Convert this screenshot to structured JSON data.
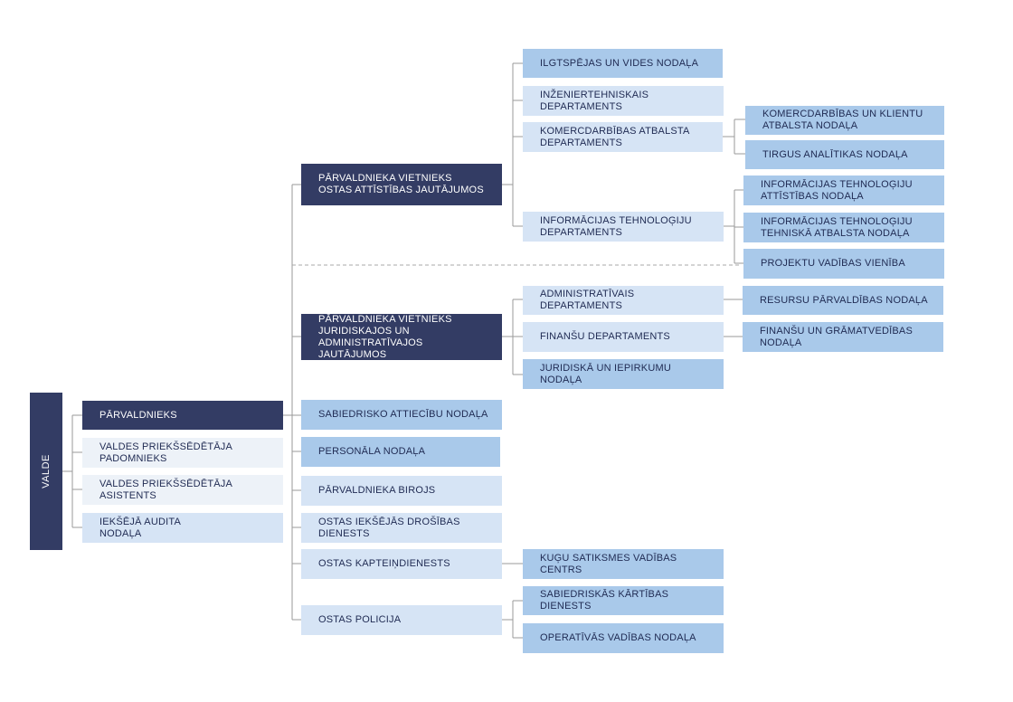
{
  "valde": "VALDE",
  "parvaldnieks": "PĀRVALDNIEKS",
  "left_units": [
    "VALDES PRIEKŠSĒDĒTĀJA\nPADOMNIEKS",
    "VALDES PRIEKŠSĒDĒTĀJA\nASISTENTS",
    "IEKŠĒJĀ AUDITA\nNODAĻA"
  ],
  "deputies": {
    "development": "PĀRVALDNIEKA VIETNIEKS\nOSTAS ATTĪSTĪBAS JAUTĀJUMOS",
    "legal": "PĀRVALDNIEKA VIETNIEKS\nJURIDISKAJOS UN\nADMINISTRATĪVAJOS JAUTĀJUMOS"
  },
  "development_units": [
    "ILGTSPĒJAS UN VIDES NODAĻA",
    "INŽENIERTEHNISKAIS DEPARTAMENTS",
    "KOMERCDARBĪBAS ATBALSTA\nDEPARTAMENTS",
    "INFORMĀCIJAS TEHNOLOĢIJU\nDEPARTAMENTS"
  ],
  "commercial_units": [
    "KOMERCDARBĪBAS UN KLIENTU\nATBALSTA NODAĻA",
    "TIRGUS ANALĪTIKAS NODAĻA"
  ],
  "it_units": [
    "INFORMĀCIJAS TEHNOLOĢIJU\nATTĪSTĪBAS NODAĻA",
    "INFORMĀCIJAS TEHNOLOĢIJU\nTEHNISKĀ ATBALSTA NODAĻA",
    "PROJEKTU VADĪBAS VIENĪBA"
  ],
  "legal_units": [
    "ADMINISTRATĪVAIS DEPARTAMENTS",
    "FINANŠU DEPARTAMENTS",
    "JURIDISKĀ UN IEPIRKUMU NODAĻA"
  ],
  "admin_sub": "RESURSU PĀRVALDĪBAS NODAĻA",
  "finance_sub": "FINANŠU UN GRĀMATVEDĪBAS\nNODAĻA",
  "direct_units": [
    "SABIEDRISKO ATTIECĪBU NODAĻA",
    "PERSONĀLA NODAĻA",
    "PĀRVALDNIEKA BIROJS",
    "OSTAS IEKŠĒJĀS DROŠĪBAS\nDIENESTS",
    "OSTAS KAPTEIŅDIENESTS",
    "OSTAS POLICIJA"
  ],
  "captain_sub": "KUĢU SATIKSMES VADĪBAS CENTRS",
  "police_units": [
    "SABIEDRISKĀS KĀRTĪBAS DIENESTS",
    "OPERATĪVĀS VADĪBAS NODAĻA"
  ],
  "colors": {
    "dark": "#333c64",
    "blue": "#a9c9ea",
    "light": "#d6e4f5",
    "pale": "#edf2f8",
    "line": "#9a9a9a"
  }
}
